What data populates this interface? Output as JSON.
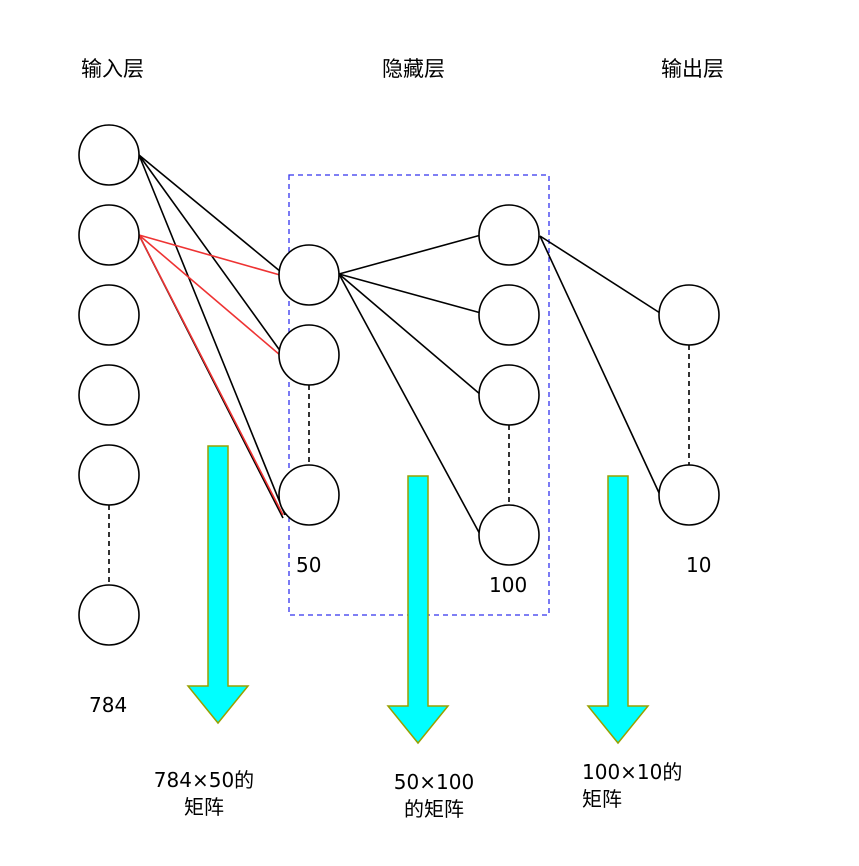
{
  "layers": {
    "input": "输入层",
    "hidden": "隐藏层",
    "output": "输出层"
  },
  "counts": {
    "input": "784",
    "hidden1": "50",
    "hidden2": "100",
    "output": "10"
  },
  "matrices": {
    "w1_line1": "784×50的",
    "w1_line2": "矩阵",
    "w2_line1": "50×100",
    "w2_line2": "的矩阵",
    "w3_line1": "100×10的",
    "w3_line2": "矩阵"
  },
  "colors": {
    "node_stroke": "#000000",
    "edge": "#000000",
    "highlight_edge": "#ee3333",
    "hidden_box": "#3333ee",
    "arrow_fill": "#00ffff",
    "arrow_stroke": "#99a000"
  }
}
